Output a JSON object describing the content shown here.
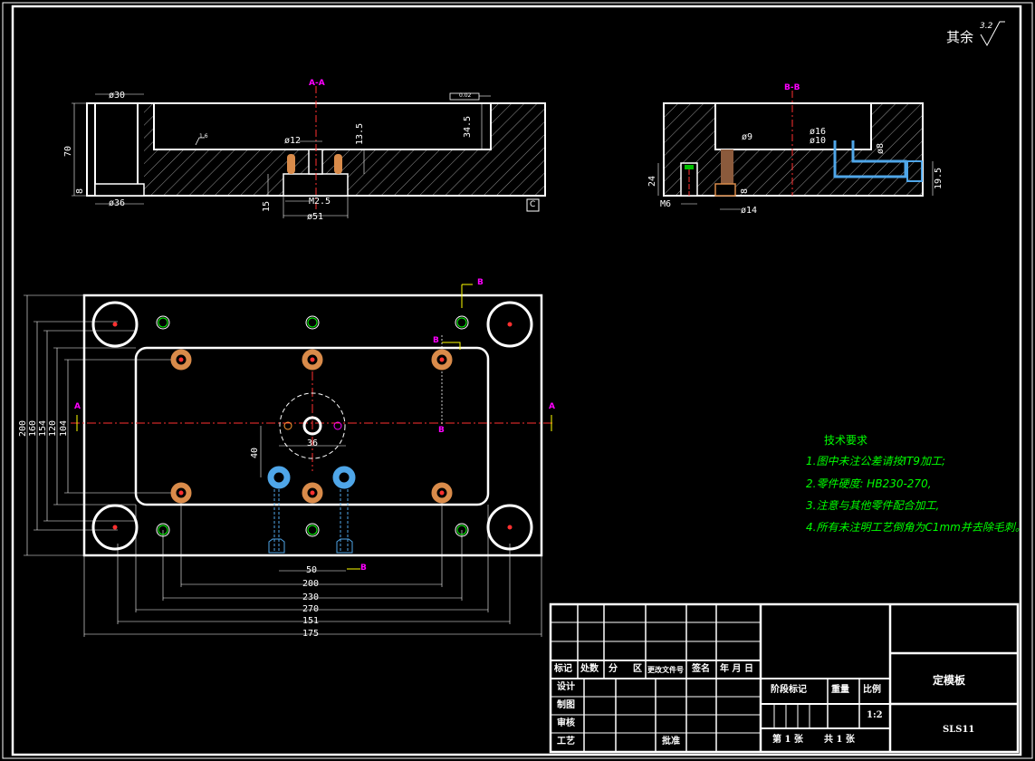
{
  "roughness": {
    "label": "其余",
    "value": "3.2"
  },
  "section_aa": {
    "title": "A-A",
    "dims": {
      "d30": "ø30",
      "d36": "ø36",
      "h70": "70",
      "h8": "8",
      "d12": "ø12",
      "d135": "13.5",
      "d345": "34.5",
      "d15": "15",
      "m25": "M2.5",
      "d51": "ø51",
      "frame_tol": "0.02",
      "ref_c": "C",
      "rough": "1.6"
    }
  },
  "section_bb": {
    "title": "B-B",
    "dims": {
      "d9": "ø9",
      "d16": "ø16",
      "d10": "ø10",
      "d8": "ø8",
      "h24": "24",
      "m6": "M6",
      "d14": "ø14",
      "h195": "19.5",
      "h8": "8"
    }
  },
  "plan_view": {
    "section_mark_a": "A",
    "section_mark_b": "B",
    "vertical_dims": [
      "200",
      "160",
      "154",
      "120",
      "104"
    ],
    "dim_40": "40",
    "dim_36": "36",
    "horizontal_dims": [
      "50",
      "200",
      "230",
      "270",
      "151",
      "175"
    ]
  },
  "tech_requirements": {
    "title": "技术要求",
    "items": [
      "1.图中未注公差请按IT9加工;",
      "2.零件硬度: HB230-270,",
      "3.注意与其他零件配合加工,",
      "4.所有未注明工艺倒角为C1mm并去除毛刺。"
    ]
  },
  "title_block": {
    "row_labels": [
      "标记",
      "处数",
      "分",
      "区",
      "更改文件号",
      "签名",
      "年 月 日"
    ],
    "left_labels": [
      "设计",
      "制图",
      "审核",
      "工艺"
    ],
    "approve": "批准",
    "stage_mark": "阶段标记",
    "weight": "重量",
    "ratio_label": "比例",
    "ratio_value": "1:2",
    "sheet_no": "第 1 张",
    "sheet_total": "共 1 张",
    "part_name": "定模板",
    "drawing_code": "SLS11"
  }
}
